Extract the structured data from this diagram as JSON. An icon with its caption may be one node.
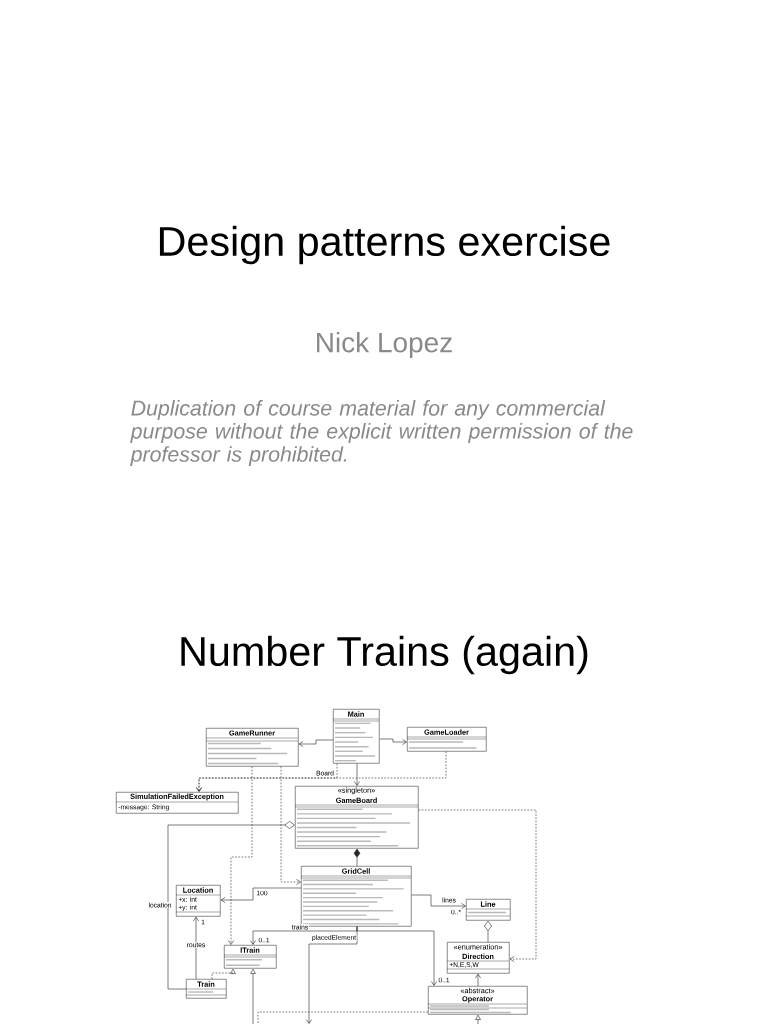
{
  "diagram": {
    "title": "Design patterns exercise",
    "nodes": [
      {
        "text": [
          "Main"
        ]
      },
      {
        "text": [
          "GameRunner"
        ]
      },
      {
        "text": [
          "GameLoader"
        ]
      },
      {
        "text": [
          "SimulationFailedException",
          "-message: String"
        ]
      },
      {
        "text": [
          "«singleton»",
          "GameBoard"
        ]
      },
      {
        "text": [
          "GridCell"
        ]
      },
      {
        "text": [
          "Location",
          "+x: int",
          "+y: int"
        ]
      },
      {
        "text": [
          "Line"
        ]
      },
      {
        "text": [
          "«enumeration»",
          "Direction",
          "+N,E,S,W"
        ]
      },
      {
        "text": [
          "ITrain"
        ]
      },
      {
        "text": [
          "Train"
        ]
      },
      {
        "text": [
          "«abstract»",
          "Operator"
        ]
      }
    ],
    "edges": [
      {
        "from": 0,
        "to": 1,
        "arrow": "to"
      },
      {
        "from": 0,
        "to": 2,
        "arrow": "to"
      },
      {
        "from": 0,
        "to": 4,
        "arrow": "to"
      },
      {
        "from": 0,
        "to": 3,
        "arrow": "to",
        "style": "dashed",
        "label": "Board"
      },
      {
        "from": 2,
        "to": 3,
        "arrow": "to",
        "style": "dashed"
      },
      {
        "from": 1,
        "to": 9,
        "arrow": "to",
        "style": "dashed"
      },
      {
        "from": 1,
        "to": 5,
        "arrow": "to",
        "style": "dashed"
      },
      {
        "from": 4,
        "to": 10,
        "arrow": "other"
      },
      {
        "from": 4,
        "to": 8,
        "arrow": "to",
        "style": "dashed"
      },
      {
        "from": 4,
        "to": 5,
        "arrow": "other"
      },
      {
        "from": 5,
        "to": 6,
        "arrow": "to",
        "label": "100"
      },
      {
        "from": 5,
        "to": 7,
        "arrow": "to",
        "label": "lines"
      },
      {
        "from": 7,
        "to": 8,
        "arrow": "other"
      },
      {
        "from": 5,
        "to": 9,
        "arrow": "to",
        "label": "trains"
      },
      {
        "from": 5,
        "to": 11,
        "arrow": "to"
      },
      {
        "from": 5,
        "to": null,
        "arrow": "to",
        "label": "placedElement"
      },
      {
        "from": 10,
        "to": 9,
        "arrow": "to",
        "style": "dashed"
      },
      {
        "from": 10,
        "to": 6,
        "arrow": "to",
        "label": "routes"
      },
      {
        "from": 11,
        "to": 8,
        "arrow": "to"
      },
      {
        "from": null,
        "to": 9,
        "arrow": "to"
      },
      {
        "from": 11,
        "to": null,
        "arrow": "none",
        "style": "dashed"
      },
      {
        "from": null,
        "to": 11,
        "arrow": "to"
      }
    ],
    "labels": [
      "Nick Lopez",
      "Duplication of course material for any commercial purpose without the explicit written permission of the professor is prohibited.",
      "Number Trains (again)",
      "location",
      "0..*",
      "1",
      "0..1",
      "0..1"
    ]
  }
}
